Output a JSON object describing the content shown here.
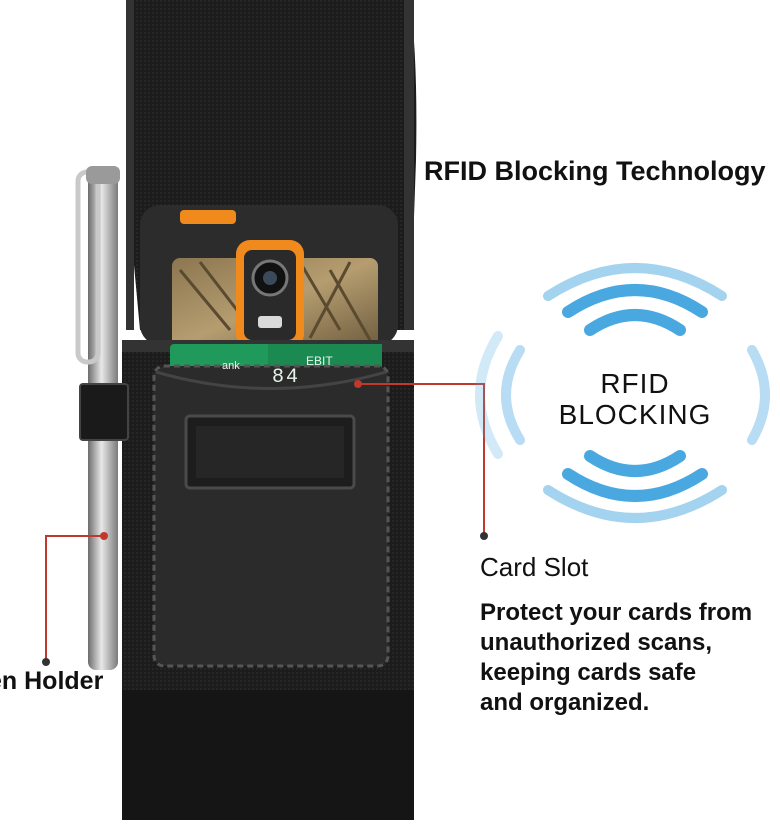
{
  "headline": "RFID Blocking Technology",
  "rfid_badge": {
    "line1": "RFID",
    "line2": "BLOCKING"
  },
  "card_slot": {
    "label": "Card Slot",
    "description": [
      "Protect your cards from",
      "unauthorized scans,",
      "keeping cards safe",
      "and organized."
    ]
  },
  "pen_holder_label": "en Holder",
  "card_partial_text": {
    "bank": "ank",
    "debit": "EBIT",
    "digits": "84"
  },
  "colors": {
    "holster": "#1a1a1a",
    "leather_pocket": "#2b2b2b",
    "phone_accent": "#f08a1c",
    "rfid_waves": "#4aa8e0",
    "callout_line": "#c0392b",
    "card_green": "#1f9a5a"
  }
}
